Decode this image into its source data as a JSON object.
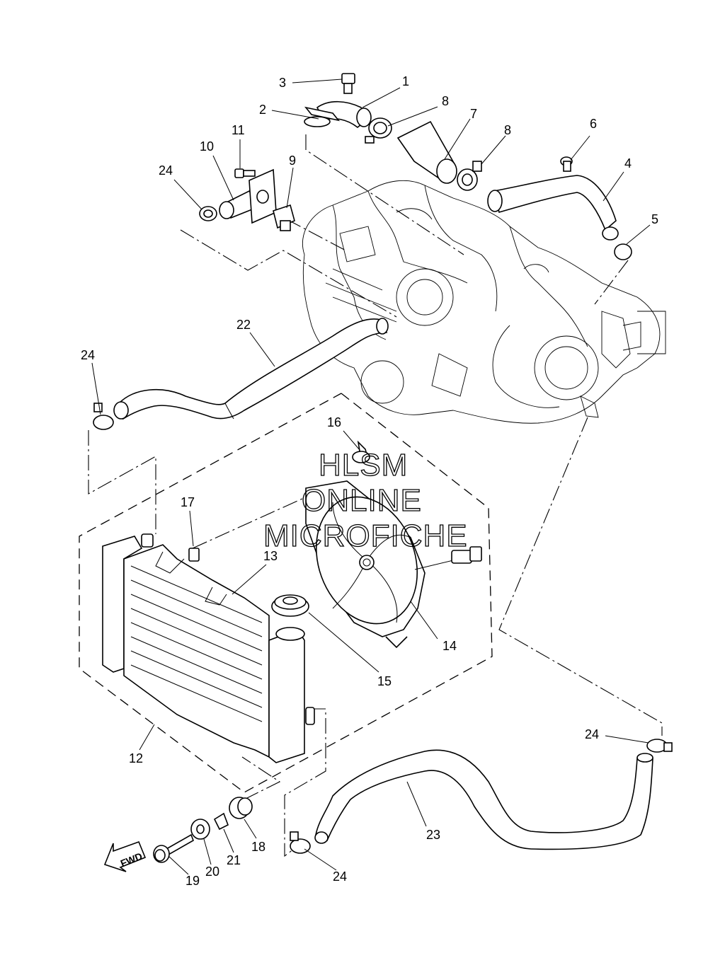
{
  "watermark": {
    "line1": "HLSM",
    "line2": "ONLINE",
    "line3": "MICROFICHE"
  },
  "fwd_label": "FWD",
  "callouts": {
    "c1": "1",
    "c2": "2",
    "c3": "3",
    "c4": "4",
    "c5": "5",
    "c6": "6",
    "c7": "7",
    "c8a": "8",
    "c8b": "8",
    "c9": "9",
    "c10": "10",
    "c11": "11",
    "c12": "12",
    "c13": "13",
    "c14": "14",
    "c15": "15",
    "c16": "16",
    "c17": "17",
    "c18": "18",
    "c19": "19",
    "c20": "20",
    "c21": "21",
    "c22": "22",
    "c23": "23",
    "c24a": "24",
    "c24b": "24",
    "c24c": "24",
    "c24d": "24"
  }
}
